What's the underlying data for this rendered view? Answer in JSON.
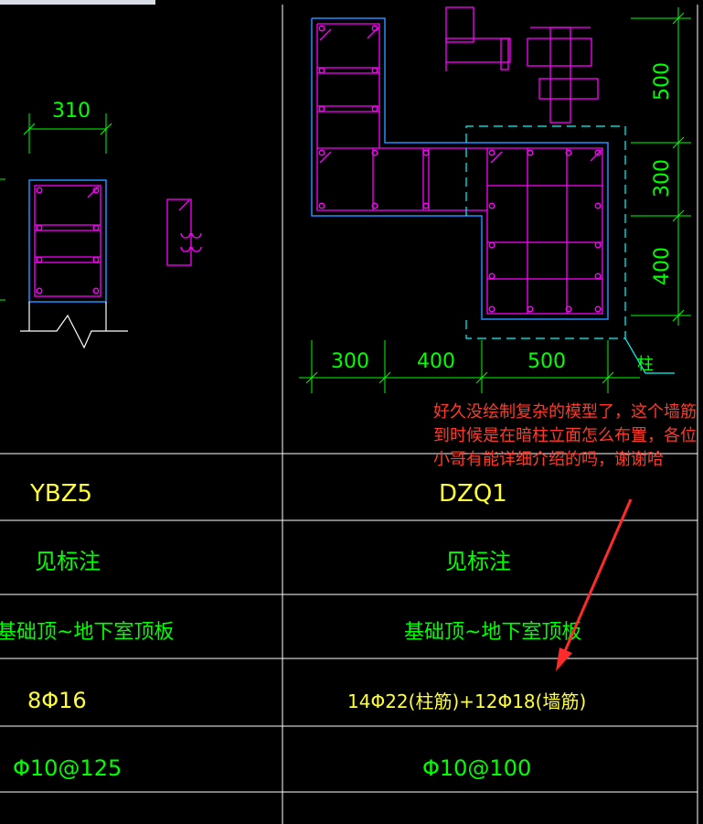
{
  "left_detail": {
    "dim_top": "310"
  },
  "right_detail": {
    "dims_bottom": [
      "300",
      "400",
      "500"
    ],
    "dims_right": [
      "500",
      "300",
      "400"
    ],
    "label_zhu": "柱"
  },
  "table": {
    "col1": {
      "name": "YBZ5",
      "elevation_note": "见标注",
      "range": "基础顶~地下室顶板",
      "long_bars": "8Φ16",
      "stirrups": "Φ10@125"
    },
    "col2": {
      "name": "DZQ1",
      "elevation_note": "见标注",
      "range": "基础顶~地下室顶板",
      "long_bars": "14Φ22(柱筋)+12Φ18(墙筋)",
      "stirrups": "Φ10@100"
    }
  },
  "annotation": {
    "text": "好久没绘制复杂的模型了，这个墙筋到时候是在暗柱立面怎么布置，各位小哥有能详细介绍的吗，谢谢哈",
    "color": "#ff3a2a"
  },
  "colors": {
    "background": "#000000",
    "dimension": "#00ff00",
    "outline": "#1e90ff",
    "rebar": "#ff00ff",
    "cyan": "#00ffff",
    "table_lines": "#ffffff",
    "text_yellow": "#ffff33",
    "text_green": "#00ff00",
    "arrow": "#ff2a2a"
  }
}
